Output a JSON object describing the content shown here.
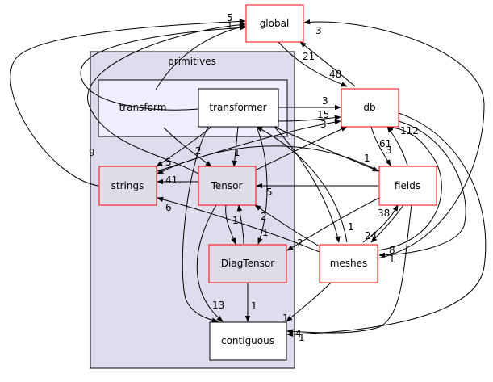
{
  "clusters": {
    "primitives": "primitives"
  },
  "nodes": {
    "global": "global",
    "db": "db",
    "transform": "transform",
    "transformer": "transformer",
    "strings": "strings",
    "tensor": "Tensor",
    "fields": "fields",
    "diagtensor": "DiagTensor",
    "meshes": "meshes",
    "contiguous": "contiguous"
  },
  "edge_labels": {
    "to_global_5": "5",
    "to_global_1": "1",
    "global_3": "3",
    "global_db_21": "21",
    "db_global_48": "48",
    "transformer_db_3": "3",
    "transformer_db_15": "15",
    "strings_db_3": "3",
    "db_fields_61": "61",
    "fields_db_3": "3",
    "db_meshes_112": "112",
    "transform_tensor_2": "2",
    "transformer_tensor_1": "1",
    "transformer_strings_5": "5",
    "tensor_strings_41": "41",
    "fields_tensor_5": "5",
    "strings_9": "9",
    "transformer_fields_1": "1",
    "meshes_strings_6": "6",
    "transformer_meshes_1": "1",
    "fields_meshes_38": "38",
    "meshes_fields_24": "24",
    "meshes_db_8": "8",
    "meshes_1": "1",
    "fields_diagtensor_2": "2",
    "transformer_diagtensor_2": "2",
    "tensor_diagtensor_1": "1",
    "diagtensor_tensor_1": "1",
    "tensor_contiguous_13": "13",
    "diagtensor_contiguous_1": "1",
    "meshes_contiguous_1": "1",
    "contiguous_4": "4",
    "contiguous_1": "1"
  }
}
